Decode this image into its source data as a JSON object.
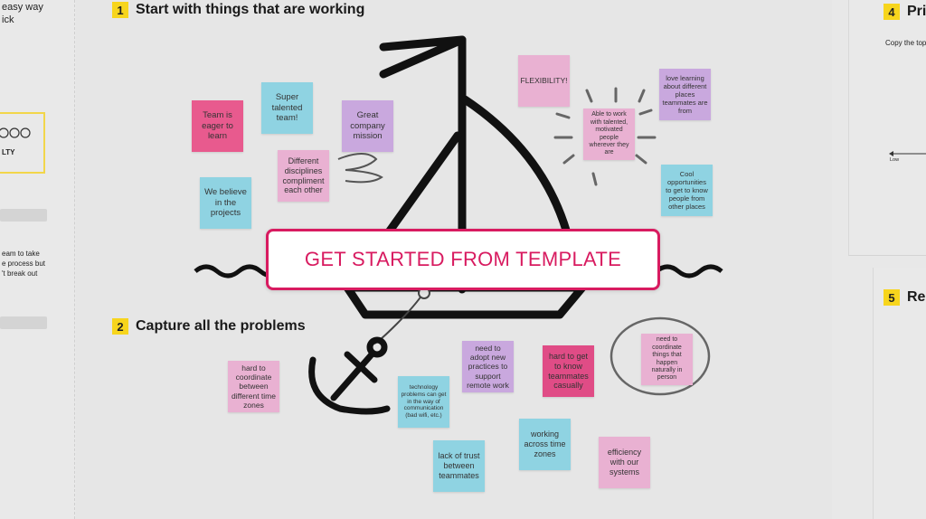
{
  "left_panel": {
    "snippet_1": "easy way",
    "snippet_2": "ick",
    "box_label": "LTY",
    "para_1": "eam to take",
    "para_2": "e process but",
    "para_3": "'t break out"
  },
  "sections": {
    "s1": {
      "num": "1",
      "title": "Start with things that are working"
    },
    "s2": {
      "num": "2",
      "title": "Capture all the problems"
    },
    "s4": {
      "num": "4",
      "title": "Pri",
      "copy": "Copy the top",
      "axis_low": "Low"
    },
    "s5": {
      "num": "5",
      "title": "Re"
    }
  },
  "notes_working": {
    "team_eager": "Team is eager to learn",
    "super_talented": "Super talented team!",
    "great_company": "Great company mission",
    "different_disciplines": "Different disciplines compliment each other",
    "believe_projects": "We believe in the projects",
    "flexibility": "FLEXIBILITY!",
    "able_to_work": "Able to work with talented, motivated people wherever they are",
    "love_learning": "love learning about different places teammates are from",
    "cool_opportunities": "Cool opportunities to get to know people from other places"
  },
  "notes_problems": {
    "hard_coordinate_zones": "hard to coordinate between different time zones",
    "tech_problems": "technology problems can get in the way of communication (bad wifi, etc.)",
    "new_practices": "need to adopt new practices to support remote work",
    "hard_know": "hard to get to know teammates casually",
    "need_coordinate": "need to coordinate things that happen naturally in person",
    "lack_trust": "lack of trust between teammates",
    "working_zones": "working across time zones",
    "efficiency": "efficiency with our systems"
  },
  "cta": {
    "label": "GET STARTED FROM TEMPLATE"
  },
  "colors": {
    "accent": "#d81b60",
    "badge": "#f7d51d"
  }
}
